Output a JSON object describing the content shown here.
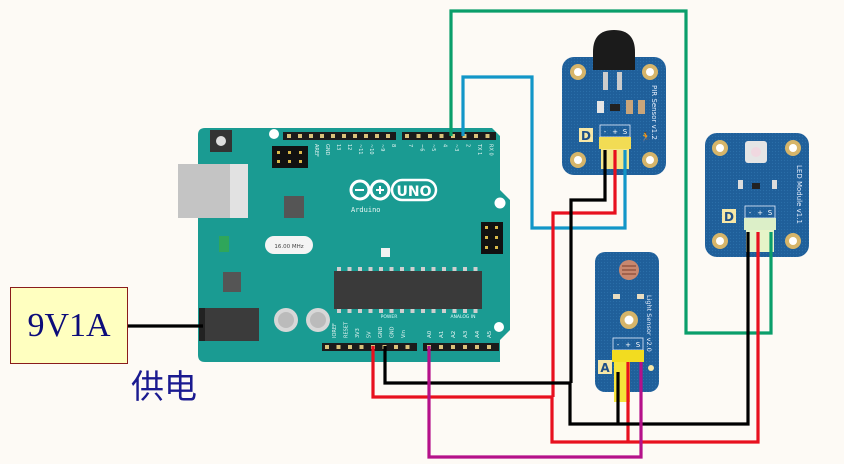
{
  "power_supply": {
    "rating": "9V1A",
    "label": "供电"
  },
  "arduino": {
    "brand": "Arduino",
    "model": "UNO",
    "crystal": "16.00 MHz",
    "digital_header_labels": [
      "AREF",
      "GND",
      "13",
      "12",
      "~11",
      "~10",
      "~9",
      "8",
      "7",
      "~6",
      "~5",
      "4",
      "~3",
      "2",
      "TX 1",
      "RX 0"
    ],
    "power_header_title": "POWER",
    "power_header_labels": [
      "IOREF",
      "RESET",
      "3V3",
      "5V",
      "GND",
      "GND",
      "Vin"
    ],
    "analog_header_title": "ANALOG IN",
    "analog_header_labels": [
      "A0",
      "A1",
      "A2",
      "A3",
      "A4",
      "A5"
    ],
    "colors": {
      "board": "#1a9b92",
      "header": "#1b1b1b"
    }
  },
  "modules": {
    "pir": {
      "name": "PIR Sensor v1.2",
      "logo": "D",
      "pins": [
        "-",
        "+",
        "S"
      ]
    },
    "led": {
      "name": "LED Module v1.1",
      "logo": "D",
      "pins": [
        "-",
        "+",
        "S"
      ]
    },
    "light": {
      "name": "Light Sensor v2.0",
      "logo": "A",
      "pins": [
        "-",
        "+",
        "S"
      ]
    }
  },
  "wires": [
    {
      "name": "power-plug-wire",
      "from": "9V1A",
      "to": "DC jack",
      "color": "#000000"
    },
    {
      "name": "pin3-to-led-signal",
      "from": "D3",
      "to": "LED Module S",
      "color": "#0a9e6a"
    },
    {
      "name": "pin2-to-pir-signal",
      "from": "D2",
      "to": "PIR Sensor S",
      "color": "#1296c8"
    },
    {
      "name": "5v-vcc-bus",
      "from": "5V",
      "to": "Module +",
      "color": "#e8101e"
    },
    {
      "name": "gnd-bus",
      "from": "GND",
      "to": "Module -",
      "color": "#000000"
    },
    {
      "name": "a0-to-light-signal",
      "from": "A0",
      "to": "Light Sensor S",
      "color": "#b5118a"
    }
  ]
}
